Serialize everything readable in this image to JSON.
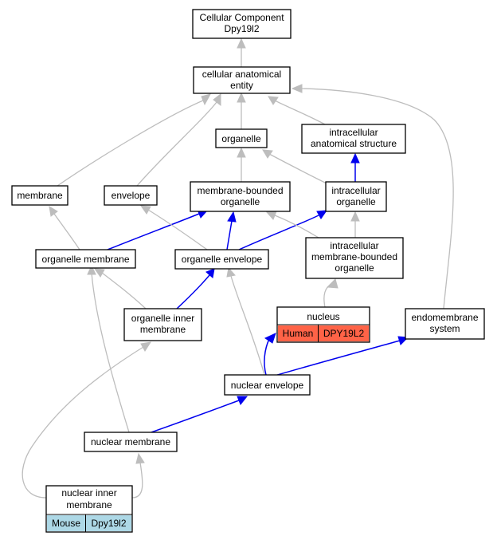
{
  "colors": {
    "grey_edge": "#bdbdbd",
    "blue_edge": "#0000ee",
    "human_cell": "#ff6347",
    "mouse_cell": "#add8e6"
  },
  "nodes": {
    "root": [
      "Cellular Component",
      "Dpy19l2"
    ],
    "cae": [
      "cellular anatomical",
      "entity"
    ],
    "organelle": [
      "organelle"
    ],
    "ias": [
      "intracellular",
      "anatomical structure"
    ],
    "membrane": [
      "membrane"
    ],
    "envelope": [
      "envelope"
    ],
    "mbo": [
      "membrane-bounded",
      "organelle"
    ],
    "io": [
      "intracellular",
      "organelle"
    ],
    "om": [
      "organelle membrane"
    ],
    "oe": [
      "organelle envelope"
    ],
    "imbo": [
      "intracellular",
      "membrane-bounded",
      "organelle"
    ],
    "oim": [
      "organelle inner",
      "membrane"
    ],
    "nucleus": [
      "nucleus"
    ],
    "ems": [
      "endomembrane",
      "system"
    ],
    "ne": [
      "nuclear envelope"
    ],
    "nm": [
      "nuclear membrane"
    ],
    "nim": [
      "nuclear inner",
      "membrane"
    ]
  },
  "annotations": {
    "nucleus": {
      "species": "Human",
      "gene": "DPY19L2"
    },
    "nim": {
      "species": "Mouse",
      "gene": "Dpy19l2"
    }
  }
}
